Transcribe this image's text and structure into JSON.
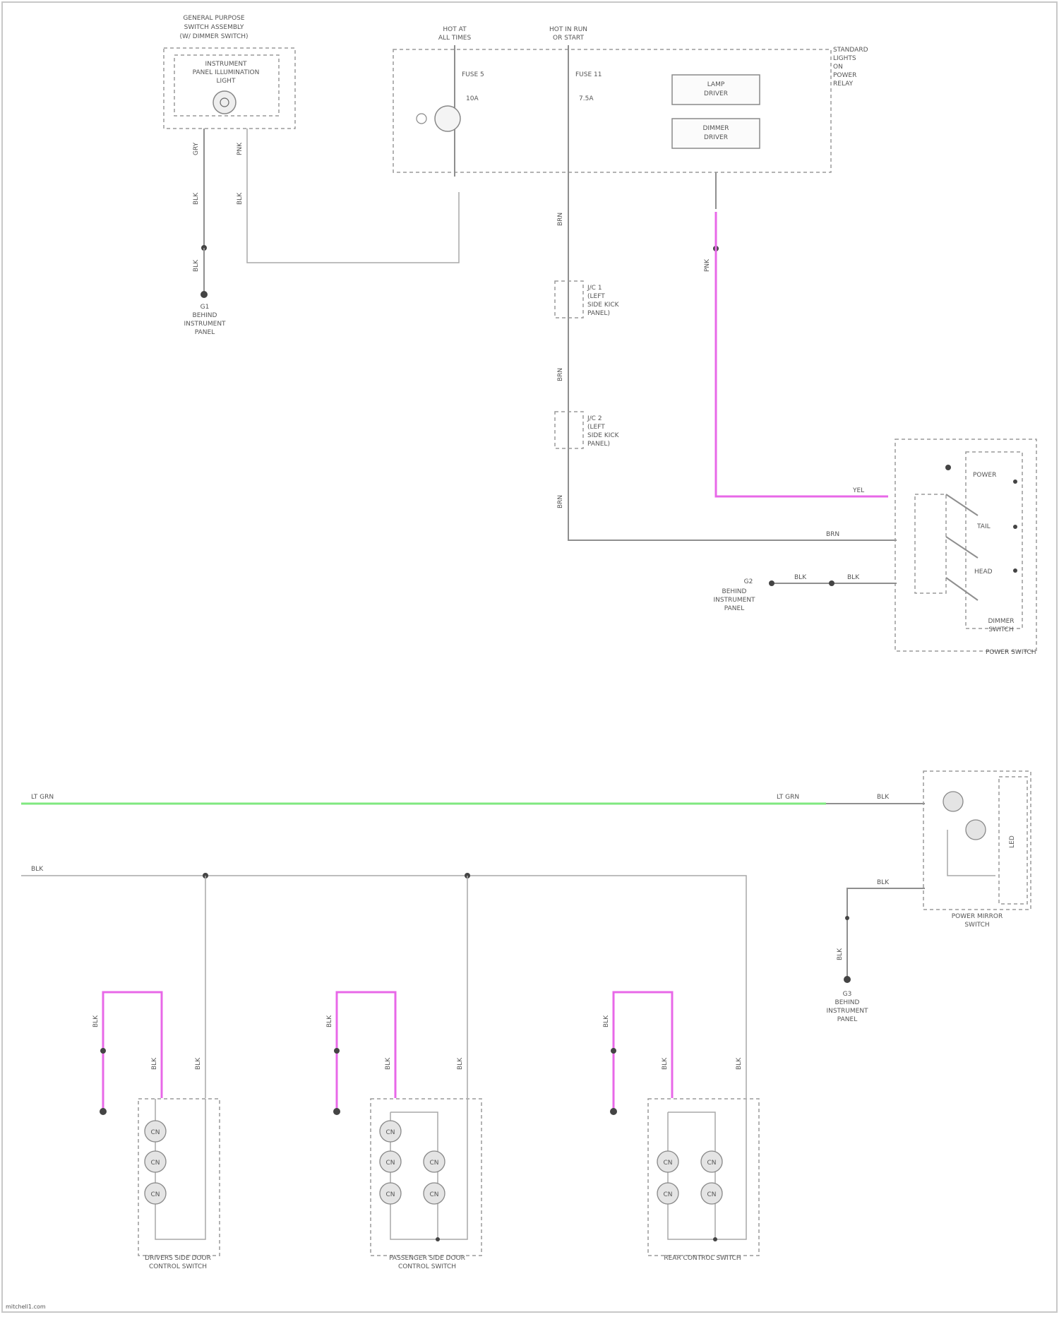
{
  "footer": {
    "watermark": "mitchell1.com"
  },
  "colors": {
    "wire_gray": "#8f8f8f",
    "wire_pink": "#e868e8",
    "wire_green": "#7fe87f",
    "frame": "#9a9a9a"
  },
  "components": {
    "instrument_panel_switch": {
      "title_lines": [
        "GENERAL PURPOSE",
        "SWITCH ASSEMBLY",
        "(W/ DIMMER SWITCH)"
      ],
      "inner_lines": [
        "INSTRUMENT",
        "PANEL ILLUMINATION",
        "LIGHT"
      ]
    },
    "fuse_block": {
      "label_left": [
        "HOT AT",
        "ALL TIMES"
      ],
      "label_mid": [
        "HOT IN RUN",
        "OR START"
      ],
      "fuse1": [
        "FUSE 5",
        "10A"
      ],
      "fuse2": [
        "FUSE 11",
        "7.5A"
      ],
      "right_label": [
        "STANDARD",
        "LIGHTS",
        "ON",
        "POWER",
        "RELAY"
      ],
      "box1": [
        "LAMP",
        "DRIVER"
      ],
      "box2": [
        "DIMMER",
        "DRIVER"
      ]
    },
    "ground_g1": [
      "G1",
      "BEHIND",
      "INSTRUMENT",
      "PANEL"
    ],
    "ground_g2": [
      "G2",
      "BEHIND",
      "INSTRUMENT",
      "PANEL"
    ],
    "ground_g3": [
      "G3",
      "BEHIND",
      "INSTRUMENT",
      "PANEL"
    ],
    "power_switch": {
      "name": "POWER SWITCH",
      "inner": [
        "DIMMER",
        "SWITCH"
      ],
      "contacts": [
        "POWER",
        "TAIL",
        "HEAD"
      ]
    },
    "mirror_switch": {
      "name": [
        "POWER MIRROR",
        "SWITCH"
      ],
      "label": "LED"
    },
    "switch_a": {
      "name": [
        "DRIVERS SIDE DOOR",
        "CONTROL SWITCH"
      ]
    },
    "switch_b": {
      "name": [
        "PASSENGER SIDE DOOR",
        "CONTROL SWITCH"
      ]
    },
    "switch_c": {
      "name": [
        "REAR CONTROL SWITCH"
      ]
    }
  },
  "wire_labels": {
    "w1": "GRY",
    "w2": "BLK",
    "w3": "PNK",
    "w4": "BLK",
    "w5": "BLK",
    "w6": "BRN",
    "w7": "BRN",
    "w8": "BRN",
    "w9": "PNK",
    "w10": "YEL",
    "w11": "BRN",
    "w12": "BLK",
    "w13": "BLK",
    "green_left": "LT GRN",
    "green_right": "LT GRN",
    "w14": "BLK",
    "w15": "BLK",
    "w16": "BLK",
    "w17": "BLK",
    "w18": "BLK",
    "w19": "BLK",
    "w20": "BLK",
    "w21": "BLK",
    "w22": "BLK",
    "w23": "BLK",
    "w24": "BLK",
    "w25": "BLK",
    "w26": "BLK"
  },
  "splices": {
    "s1": [
      "J/C 1",
      "(LEFT",
      "SIDE KICK",
      "PANEL)"
    ],
    "s2": [
      "J/C 2",
      "(LEFT",
      "SIDE KICK",
      "PANEL)"
    ]
  },
  "lamp_glyph": "CN"
}
